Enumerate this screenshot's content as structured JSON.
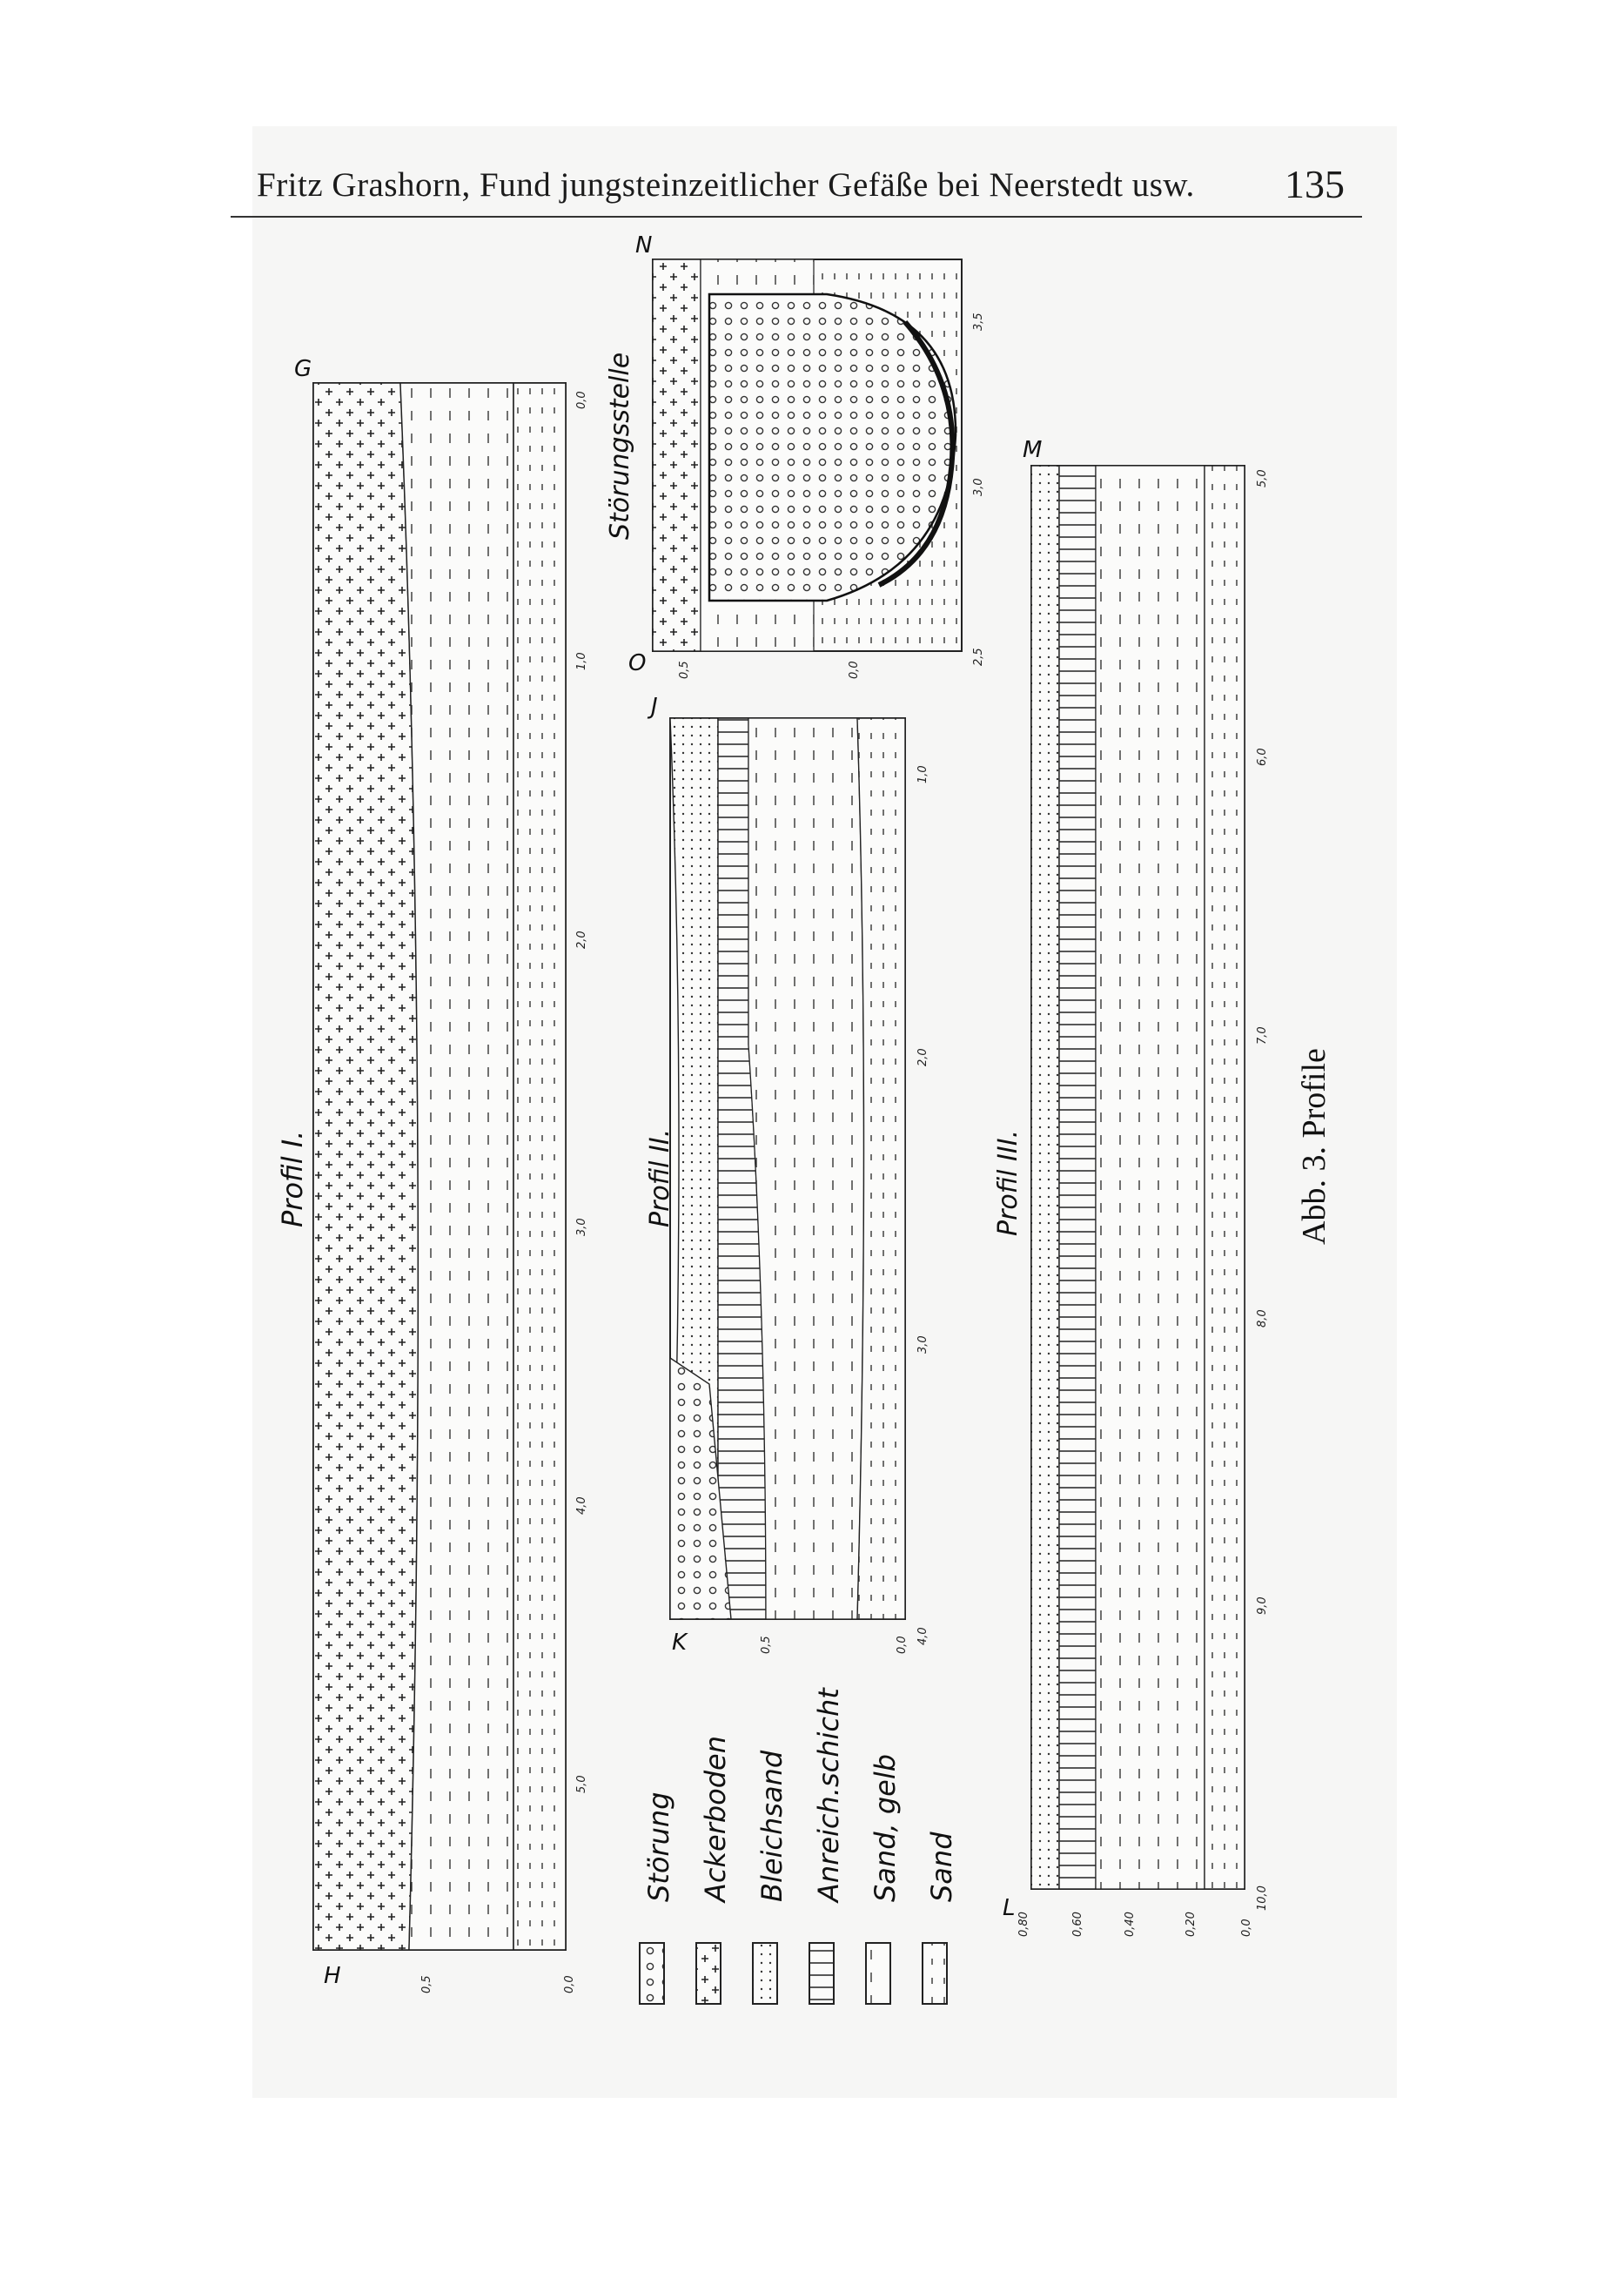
{
  "header": {
    "title": "Fritz Grashorn, Fund jungsteinzeitlicher Gefäße bei Neerstedt usw.",
    "page_number": "135"
  },
  "profiles": {
    "p1": {
      "title": "Profil I.",
      "end_top": "G",
      "end_bottom": "H",
      "ticks": [
        "0,0",
        "1,0",
        "2,0",
        "3,0",
        "4,0",
        "5,0"
      ],
      "depths": [
        "0,5",
        "0,0"
      ]
    },
    "p2": {
      "title": "Profil II.",
      "end_top": "J",
      "end_bottom": "K",
      "ticks": [
        "1,0",
        "2,0",
        "3,0",
        "4,0"
      ],
      "depths": [
        "0,5",
        "0,0"
      ]
    },
    "p3": {
      "title": "Profil III.",
      "end_top": "M",
      "end_bottom": "L",
      "ticks": [
        "5,0",
        "6,0",
        "7,0",
        "8,0",
        "9,0",
        "10,0"
      ],
      "depths": [
        "0,80",
        "0,60",
        "0,40",
        "0,20",
        "0,0"
      ]
    },
    "stoerung": {
      "title": "Störungsstelle",
      "end_top": "N",
      "end_bottom": "O",
      "ticks": [
        "3,5",
        "3,0",
        "2,5"
      ],
      "depths": [
        "0,5",
        "0,0"
      ]
    }
  },
  "legend": [
    "Störung",
    "Ackerboden",
    "Bleichsand",
    "Anreich.schicht",
    "Sand, gelb",
    "Sand"
  ],
  "caption": "Abb. 3. Profile"
}
